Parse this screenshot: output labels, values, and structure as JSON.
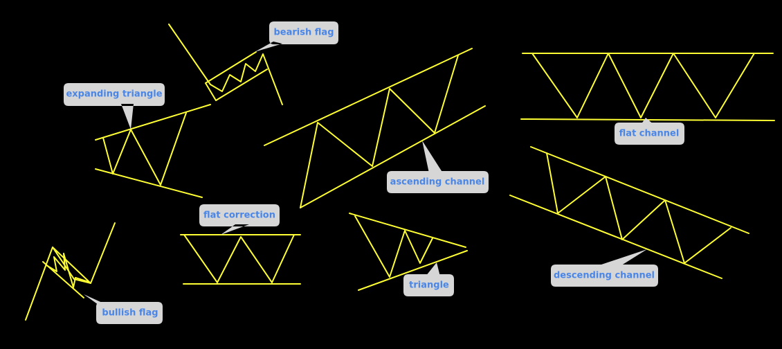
{
  "colors": {
    "background": "#000000",
    "pattern_line": "#ffff33",
    "callout_fill": "#d6d6d6",
    "callout_text": "#4a86e8"
  },
  "labels": {
    "bearish_flag": "bearish flag",
    "expanding_triangle": "expanding triangle",
    "ascending_channel": "ascending channel",
    "flat_channel": "flat channel",
    "flat_correction": "flat correction",
    "triangle": "triangle",
    "descending_channel": "descending channel",
    "bullish_flag": "bullish flag"
  }
}
